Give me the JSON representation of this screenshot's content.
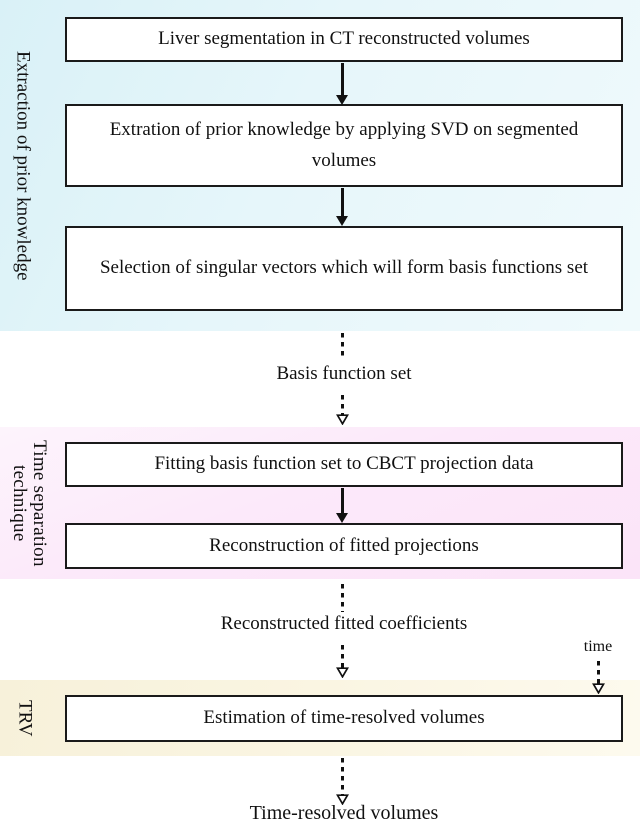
{
  "sections": {
    "prior": {
      "side_label": "Extraction of prior knowledge",
      "band_color": "#e3f4f9",
      "boxes": {
        "b1": "Liver segmentation in CT reconstructed volumes",
        "b2": "Extration of prior knowledge by applying SVD on segmented volumes",
        "b3": "Selection of singular vectors which will form basis functions set"
      }
    },
    "tst": {
      "side_label": "Time separation\ntechnique",
      "band_color": "#fce8fa",
      "boxes": {
        "b1": "Fitting basis function set to CBCT projection data",
        "b2": "Reconstruction of fitted projections"
      }
    },
    "trv": {
      "side_label": "TRV",
      "band_color": "#faf5e2",
      "boxes": {
        "b1": "Estimation of time-resolved volumes"
      }
    }
  },
  "between1": {
    "label": "Basis function set"
  },
  "between2": {
    "label": "Reconstructed fitted coefficients",
    "time_label": "time"
  },
  "output_label": "Time-resolved volumes",
  "style": {
    "box_border": "#1a1a1a",
    "text_color": "#111111",
    "arrow_color": "#111111"
  }
}
